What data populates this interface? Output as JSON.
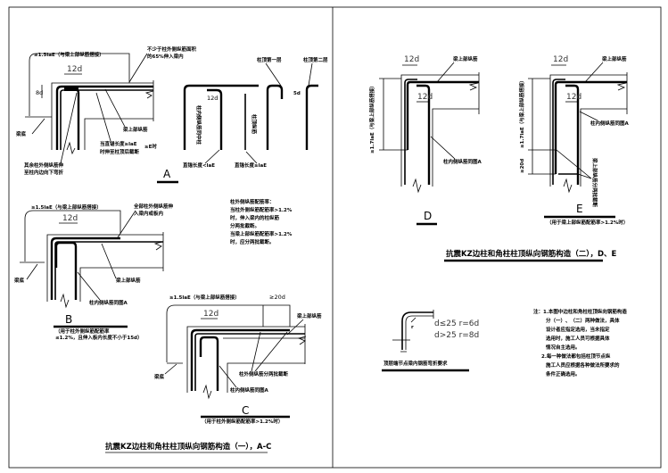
{
  "sheet": {
    "left_title": "抗震KZ边柱和角柱柱顶纵向钢筋构造（一），A-C",
    "right_title": "抗震KZ边柱和角柱柱顶纵向钢筋构造（二），D、E"
  },
  "detail_a": {
    "label": "A",
    "dim_top": "≥1.5laE（与梁上部纵筋搭接）",
    "dim_12d": "12d",
    "dim_8d": "8d",
    "note_outer": "不少于柱外侧纵筋面积",
    "note_outer2": "的65%伸入梁内",
    "beam_bottom": "梁底",
    "beam_top_bar": "梁上部纵筋",
    "rest_bars": "其余柱外侧纵筋伸",
    "rest_bars2": "至柱内边向下弯折",
    "anchor_note": "当直锚长度≥laE",
    "anchor_note2": "时伸至柱顶后截断",
    "when": "≥E时",
    "layer1": "柱顶第一层",
    "layer2": "柱顶第二层",
    "sub_12d": "12d",
    "sub_inner1": "柱内侧纵筋同中柱",
    "sub_inner2": "柱顶纵筋",
    "straight_lt": "直锚长度<laE",
    "straight_ge": "直锚长度≥laE",
    "sub_5d": "5d"
  },
  "detail_b": {
    "label": "B",
    "dim_top": "≥1.5laE（与梁上部纵筋搭接）",
    "dim_12d": "12d",
    "note_outer": "全部柱外侧纵筋伸",
    "note_outer2": "入梁内或板内",
    "beam_bottom": "梁底",
    "beam_top_bar": "梁上部纵筋",
    "inner_bars": "柱内侧纵筋同图A",
    "caption1": "（用于柱外侧纵筋配筋率",
    "caption2": "≤1.2%，且伸入板内长度不小于15d）"
  },
  "middle_notes": [
    "柱外侧纵筋配筋率：",
    "当柱外侧纵筋配筋率>1.2%",
    "时，伸入梁内的柱纵筋",
    "分两批截断。",
    "当梁上部纵筋配筋率>1.2%",
    "时，应分两批截断。"
  ],
  "detail_c": {
    "label": "C",
    "dim_top": "≥1.5laE（与梁上部纵筋搭接）",
    "dim_20d": "≥20d",
    "dim_12d": "12d",
    "beam_top_bar": "梁上部纵筋",
    "beam_bottom": "梁底",
    "cut_note": "柱外侧纵筋分两批截断",
    "inner_bars": "柱内侧纵筋同图A",
    "caption": "（用于柱外侧纵筋配筋率>1.2%时）"
  },
  "detail_d": {
    "label": "D",
    "dim_12d_top": "12d",
    "dim_12d_inner": "12d",
    "dim_vertical": "≥1.7laE（与梁上部纵筋搭接）",
    "beam_top_bar": "梁上部纵筋",
    "inner_bars": "柱内侧纵筋同图A"
  },
  "detail_e": {
    "label": "E",
    "dim_12d_top": "12d",
    "dim_12d_inner": "12d",
    "dim_vertical": "≥1.7laE（与梁上部纵筋搭接）",
    "dim_20d": "≥20d",
    "beam_top_bar": "梁上部纵筋",
    "inner_bars": "柱内侧纵筋同图A",
    "cut_note": "梁上部纵筋分两批截断",
    "caption": "（用于梁上部纵筋配筋率>1.2%时）"
  },
  "bend_detail": {
    "rule1": "d≤25 r=6d",
    "rule2": "d>25 r=8d",
    "r_label": "r",
    "caption": "顶层端节点梁内钢筋弯折要求"
  },
  "notes": {
    "line1": "注：1.本图中边柱和角柱柱顶纵向钢筋构造",
    "line2": "分（一）、（二）两种做法，具体",
    "line3": "设计者应指定选用，当未指定",
    "line4": "选用时，施工人员可根据具体",
    "line5": "情况自主选用。",
    "line6": "2.每一种做法都包括柱顶节点纵",
    "line7": "施工人员应根据各种做法所要求的",
    "line8": "条件正确选用。"
  }
}
